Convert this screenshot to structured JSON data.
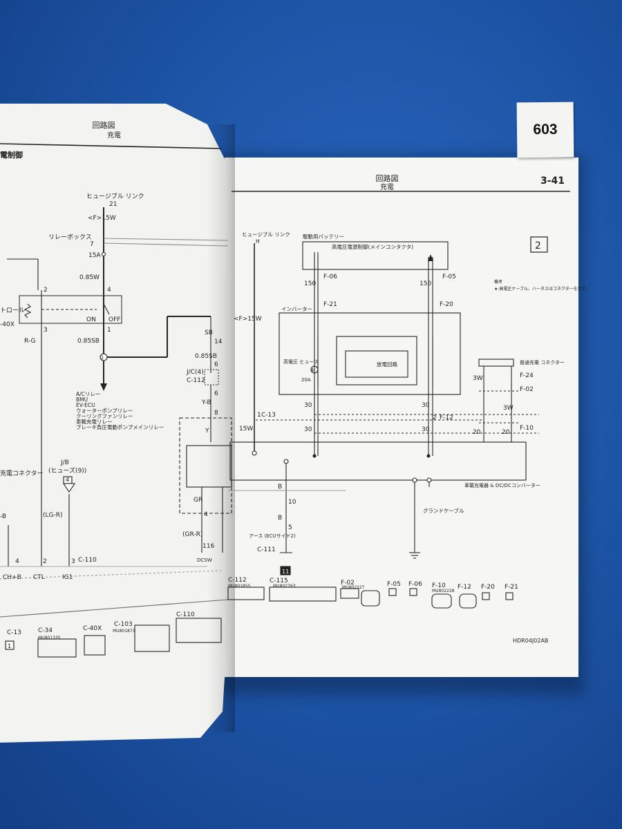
{
  "sticker": {
    "number": "603"
  },
  "left_page": {
    "header_title": "回路図",
    "header_sub": "充電",
    "section": "電制御",
    "fuse_link_label": "ヒュージブル\nリンク",
    "fuse_link_num": "21",
    "fuse_link_wire": "<F>15W",
    "relay_box": "リレーボックス",
    "relay_num": "7",
    "relay_amp": "15A",
    "wire_085w": "0.85W",
    "pin_2": "2",
    "pin_4": "4",
    "pin_3": "3",
    "pin_1": "1",
    "control_label": "トロール",
    "conn_40x": "-40X",
    "on_off": "ON",
    "off": "OFF",
    "wire_rg": "R-G",
    "wire_085sb": "0.85SB",
    "joint_1": "1",
    "relay_list": [
      "A/Cリレー",
      "BMU",
      "EV-ECU",
      "ウォーターポンプリレー",
      "クーリングファンリレー",
      "車載充電リレー",
      "ブレーキ負圧電動ポンプメインリレー"
    ],
    "wire_sb": "SB",
    "pin_14": "14",
    "wire_085sb2": "0.85SB",
    "pin_6a": "6",
    "jc_label": "J/C(4)",
    "jc_conn": "C-112",
    "pin_6b": "6",
    "wire_yb": "Y-B",
    "pin_8": "8",
    "wire_y": "Y",
    "wire_gr": "GR",
    "pin_4b": "4",
    "wire_gr_r": "(GR-R)",
    "pin_116": "116",
    "dcsw": "DCSW",
    "jb_label": "J/B",
    "jb_fuse": "(ヒューズ(9))",
    "jb_num": "4",
    "charge_conn": "充電コネクター",
    "wire_b": "-B",
    "wire_lgr": "(LG-R)",
    "pin_4c": "4",
    "pin_2c": "2",
    "pin_3c": "3",
    "conn_c110": "C-110",
    "term_chb": "CH+B",
    "term_ctl": "CTL",
    "term_ig1": "IG1",
    "bottom_conns": [
      "C-13",
      "C-34",
      "C-40X",
      "C-103",
      "C-110"
    ],
    "mu_codes": [
      "MU801335",
      "MU801873"
    ],
    "c13_box": "1"
  },
  "right_page": {
    "header_title": "回路図",
    "header_sub": "充電",
    "page_num": "3-41",
    "sheet_num": "2",
    "fuse_link": "ヒュージブル\nリンク",
    "fuse_link_num": "H",
    "battery": "駆動用バッテリー",
    "main_contactor": "高電圧電源制御(メインコンタクタ)",
    "note_title": "備考",
    "note_text": "★:高電圧ケーブル、ハーネスはコネクターを示す。",
    "wire_15w": "<F>15W",
    "pin_150a": "150",
    "pin_150b": "150",
    "f06": "F-06",
    "f05": "F-05",
    "f21": "F-21",
    "f20": "F-20",
    "inverter": "インバーター",
    "hv_fuse": "高電圧\nヒューズ",
    "hv_fuse_num": "4",
    "hv_fuse_amp": "20A",
    "discharge": "放電回路",
    "pin_30": "30",
    "c13": "C-13",
    "pin_1": "1",
    "wire_15w2": "15W",
    "f12": "F-12",
    "pin_2": "2",
    "normal_charge": "普通充電\nコネクター",
    "f24": "F-24",
    "f02": "F-02",
    "f10": "F-10",
    "wire_3w": "3W",
    "pin_20": "20",
    "onboard": "車載充電器 & DC/DCコンバーター",
    "ground_cable": "グランドケーブル",
    "wire_b": "B",
    "pin_10": "10",
    "pin_5": "5",
    "earth": "アース\n(ECUサイド2)",
    "c111": "C-111",
    "earth_num": "11",
    "bottom_conns": [
      "C-112",
      "C-115",
      "F-02",
      "F-05",
      "F-06",
      "F-10",
      "F-12",
      "F-20",
      "F-21"
    ],
    "mu_codes": [
      "MU801855",
      "MU802763",
      "MU802227",
      "MU802228"
    ],
    "footer_code": "HDR04J02AB"
  }
}
